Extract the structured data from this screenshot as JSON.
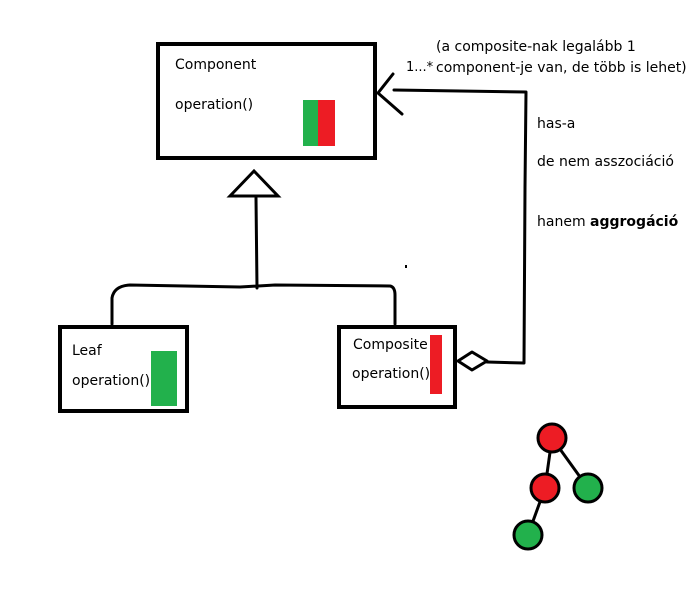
{
  "classes": {
    "component": {
      "name": "Component",
      "method": "operation()"
    },
    "leaf": {
      "name": "Leaf",
      "method": "operation()"
    },
    "composite": {
      "name": "Composite",
      "method": "operation()"
    }
  },
  "association": {
    "multiplicity": "1...*",
    "note_line1": "(a composite-nak legalább 1",
    "note_line2": "component-je van, de több is lehet)",
    "has_a": "has-a",
    "not_association": "de nem asszociáció",
    "but_prefix": "hanem",
    "but_emphasis": "aggrogáció"
  },
  "colors": {
    "stroke": "#000000",
    "marker_green": "#22b14c",
    "marker_red": "#ed1c24"
  },
  "tree_nodes": [
    {
      "color": "red"
    },
    {
      "color": "red"
    },
    {
      "color": "green"
    },
    {
      "color": "green"
    }
  ]
}
